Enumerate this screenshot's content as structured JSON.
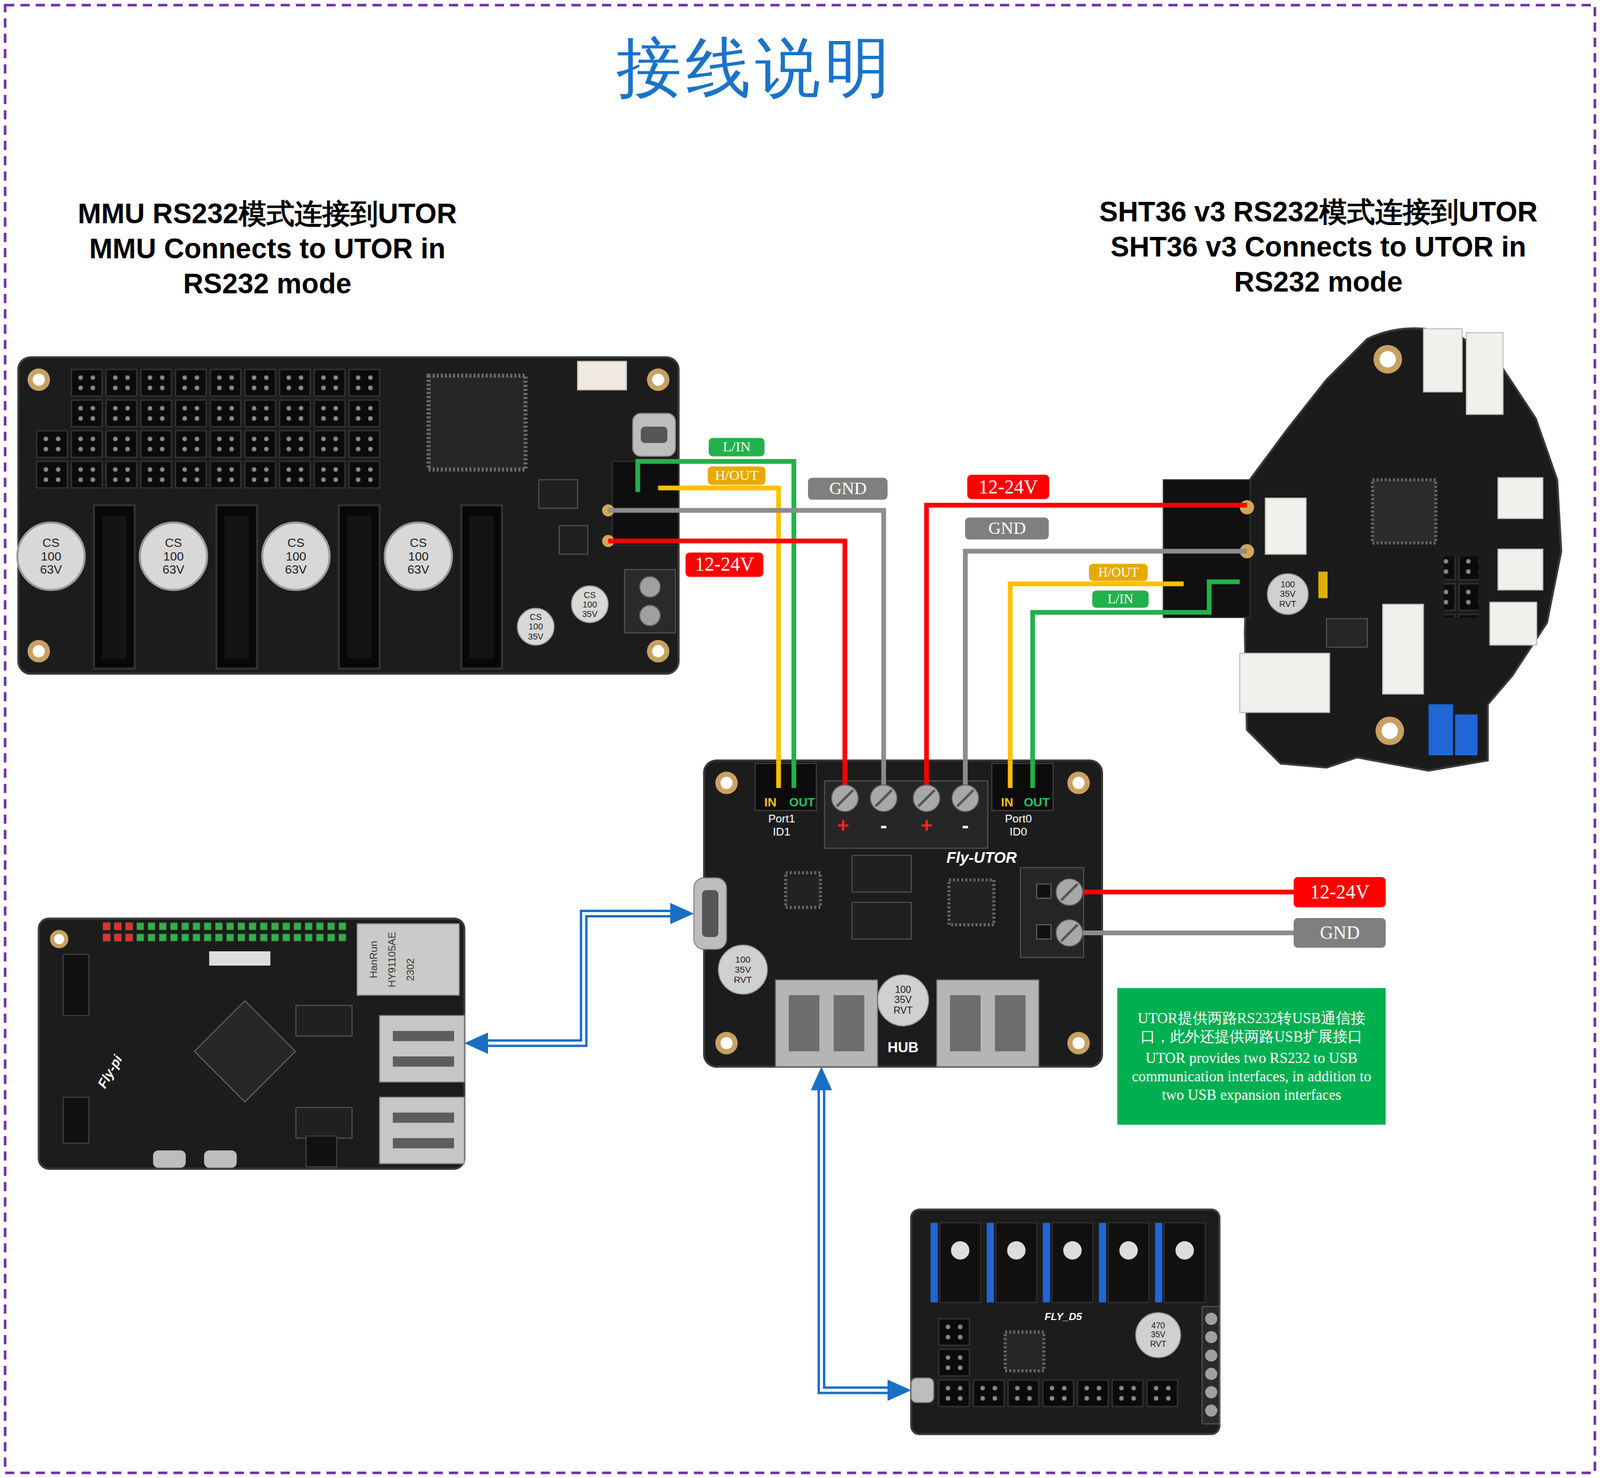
{
  "diagram": {
    "title": "接线说明",
    "nodes": [
      {
        "text": [
          "MMU RS232模式连接到UTOR",
          "MMU Connects to UTOR in RS232 mode"
        ]
      },
      {
        "text": [
          "SHT36 v3 RS232模式连接到UTOR",
          "SHT36 v3 Connects to UTOR in RS232 mode"
        ]
      },
      {
        "text": [
          "Fly-UTOR"
        ]
      },
      {
        "text": [
          "12-24V"
        ]
      },
      {
        "text": [
          "GND"
        ]
      },
      {
        "text": [
          "Fly-pi"
        ]
      },
      {
        "text": [
          "UTOR提供两路RS232转USB通信接口，此外还提供两路USB扩展接口",
          "UTOR provides two RS232 to USB communication interfaces, in addition to two USB expansion interfaces"
        ]
      },
      {
        "text": [
          "FLY_D5"
        ]
      }
    ],
    "edges": [
      {
        "from": 0,
        "to": 2,
        "arrow": "none",
        "label": "L/IN"
      },
      {
        "from": 0,
        "to": 2,
        "arrow": "none",
        "label": "H/OUT"
      },
      {
        "from": 0,
        "to": 2,
        "arrow": "none",
        "label": "GND"
      },
      {
        "from": 0,
        "to": 2,
        "arrow": "none",
        "label": "12-24V"
      },
      {
        "from": 1,
        "to": 2,
        "arrow": "none",
        "label": "12-24V"
      },
      {
        "from": 1,
        "to": 2,
        "arrow": "none",
        "label": "GND"
      },
      {
        "from": 1,
        "to": 2,
        "arrow": "none",
        "label": "H/OUT"
      },
      {
        "from": 1,
        "to": 2,
        "arrow": "none",
        "label": "L/IN"
      },
      {
        "from": 2,
        "to": 3,
        "arrow": "none"
      },
      {
        "from": 2,
        "to": 4,
        "arrow": "none"
      },
      {
        "from": 5,
        "to": 2,
        "arrow": "both"
      },
      {
        "from": 2,
        "to": 7,
        "arrow": "both"
      }
    ],
    "labels": [
      "CS 100 63V",
      "CS 100 63V",
      "CS 100 63V",
      "CS 100 63V",
      "CS 100 35V",
      "CS 100 35V",
      "100 35V RVT",
      "IN",
      "OUT",
      "Port1",
      "ID1",
      "+",
      "-",
      "+",
      "-",
      "IN",
      "OUT",
      "Port0",
      "ID0",
      "100 35V RVT",
      "HUB",
      "100 35V RVT",
      "HanRun",
      "HY91105AE",
      "2302",
      "470 35V RVT"
    ]
  }
}
